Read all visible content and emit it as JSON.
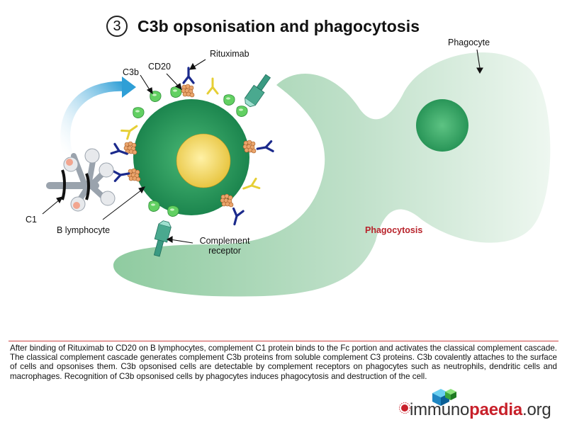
{
  "title": {
    "step_number": "3",
    "text": "C3b opsonisation and phagocytosis"
  },
  "labels": {
    "phagocyte": "Phagocyte",
    "rituximab": "Rituximab",
    "cd20": "CD20",
    "c3b": "C3b",
    "c1": "C1",
    "b_lymphocyte": "B lymphocyte",
    "complement_receptor_line1": "Complement",
    "complement_receptor_line2": "receptor",
    "phagocytosis": "Phagocytosis"
  },
  "caption": "After binding of Rituximab to CD20 on B lymphocytes, complement C1 protein binds to the Fc portion and activates the classical complement cascade. The classical complement cascade generates complement C3b proteins from soluble complement C3 proteins. C3b covalently attaches to the surface of cells and opsonises them. C3b opsonised cells are detectable by complement receptors on phagocytes such as neutrophils, dendritic cells and macrophages. Recognition of C3b opsonised cells by phagocytes induces phagocytosis and destruction of the cell.",
  "logo": {
    "part1": "immuno",
    "part2": "paedia",
    "part3": ".org"
  },
  "colors": {
    "phagocyte_fill": "#b9dcc3",
    "b_cell_fill": "#2e9c5c",
    "nucleus_fill": "#f2d44a",
    "antibody_blue": "#1b2a8c",
    "antibody_yellow": "#e8d23a",
    "c3b_green": "#5ecf5e",
    "cd20_orange": "#e9a46a",
    "receptor_teal": "#3a9d8a",
    "accent_red": "#c8202a",
    "arrow_blue": "#2f9fd6"
  }
}
